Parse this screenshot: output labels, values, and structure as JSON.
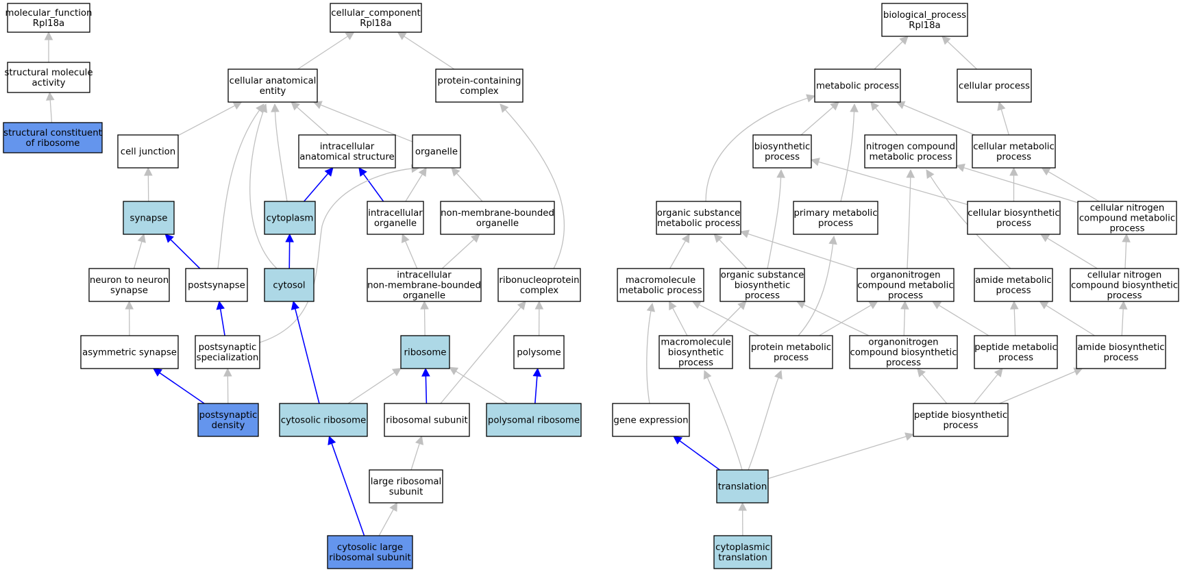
{
  "colors": {
    "plain": "#ffffff",
    "annotated": "#add8e6",
    "direct": "#6495ed",
    "edge_gray": "#c0c0c0",
    "edge_blue": "#0000ff"
  },
  "nodes": {
    "mf_root": {
      "lines": [
        "molecular_function",
        "Rpl18a"
      ],
      "style": "plain"
    },
    "struct_mol_activity": {
      "lines": [
        "structural molecule",
        "activity"
      ],
      "style": "plain"
    },
    "struct_const_ribosome": {
      "lines": [
        "structural constituent",
        "of ribosome"
      ],
      "style": "direct"
    },
    "cc_root": {
      "lines": [
        "cellular_component",
        "Rpl18a"
      ],
      "style": "plain"
    },
    "cell_anat_entity": {
      "lines": [
        "cellular anatomical",
        "entity"
      ],
      "style": "plain"
    },
    "protein_containing_complex": {
      "lines": [
        "protein-containing",
        "complex"
      ],
      "style": "plain"
    },
    "cell_junction": {
      "lines": [
        "cell junction"
      ],
      "style": "plain"
    },
    "intracell_anat_struct": {
      "lines": [
        "intracellular",
        "anatomical structure"
      ],
      "style": "plain"
    },
    "organelle": {
      "lines": [
        "organelle"
      ],
      "style": "plain"
    },
    "synapse": {
      "lines": [
        "synapse"
      ],
      "style": "annotated"
    },
    "cytoplasm": {
      "lines": [
        "cytoplasm"
      ],
      "style": "annotated"
    },
    "intracell_organelle": {
      "lines": [
        "intracellular",
        "organelle"
      ],
      "style": "plain"
    },
    "nonmem_organelle": {
      "lines": [
        "non-membrane-bounded",
        "organelle"
      ],
      "style": "plain"
    },
    "neuron_neuron_synapse": {
      "lines": [
        "neuron to neuron",
        "synapse"
      ],
      "style": "plain"
    },
    "postsynapse": {
      "lines": [
        "postsynapse"
      ],
      "style": "plain"
    },
    "cytosol": {
      "lines": [
        "cytosol"
      ],
      "style": "annotated"
    },
    "intracell_nonmem_organelle": {
      "lines": [
        "intracellular",
        "non-membrane-bounded",
        "organelle"
      ],
      "style": "plain"
    },
    "rnp_complex": {
      "lines": [
        "ribonucleoprotein",
        "complex"
      ],
      "style": "plain"
    },
    "asym_synapse": {
      "lines": [
        "asymmetric synapse"
      ],
      "style": "plain"
    },
    "postsyn_spec": {
      "lines": [
        "postsynaptic",
        "specialization"
      ],
      "style": "plain"
    },
    "ribosome": {
      "lines": [
        "ribosome"
      ],
      "style": "annotated"
    },
    "polysome": {
      "lines": [
        "polysome"
      ],
      "style": "plain"
    },
    "postsyn_density": {
      "lines": [
        "postsynaptic",
        "density"
      ],
      "style": "direct"
    },
    "cytosolic_ribosome": {
      "lines": [
        "cytosolic ribosome"
      ],
      "style": "annotated"
    },
    "ribosomal_subunit": {
      "lines": [
        "ribosomal subunit"
      ],
      "style": "plain"
    },
    "polysomal_ribosome": {
      "lines": [
        "polysomal ribosome"
      ],
      "style": "annotated"
    },
    "large_ribo_subunit": {
      "lines": [
        "large ribosomal",
        "subunit"
      ],
      "style": "plain"
    },
    "cyto_large_ribo_subunit": {
      "lines": [
        "cytosolic large",
        "ribosomal subunit"
      ],
      "style": "direct"
    },
    "bp_root": {
      "lines": [
        "biological_process",
        "Rpl18a"
      ],
      "style": "plain"
    },
    "metabolic_process": {
      "lines": [
        "metabolic process"
      ],
      "style": "plain"
    },
    "cellular_process": {
      "lines": [
        "cellular process"
      ],
      "style": "plain"
    },
    "biosynthetic_process": {
      "lines": [
        "biosynthetic",
        "process"
      ],
      "style": "plain"
    },
    "nitrogen_cmpd_metab": {
      "lines": [
        "nitrogen compound",
        "metabolic process"
      ],
      "style": "plain"
    },
    "cellular_metab": {
      "lines": [
        "cellular metabolic",
        "process"
      ],
      "style": "plain"
    },
    "organic_subst_metab": {
      "lines": [
        "organic substance",
        "metabolic process"
      ],
      "style": "plain"
    },
    "primary_metab": {
      "lines": [
        "primary metabolic",
        "process"
      ],
      "style": "plain"
    },
    "cellular_biosynth": {
      "lines": [
        "cellular biosynthetic",
        "process"
      ],
      "style": "plain"
    },
    "cellular_nitrogen_metab": {
      "lines": [
        "cellular nitrogen",
        "compound metabolic",
        "process"
      ],
      "style": "plain"
    },
    "macromolecule_metab": {
      "lines": [
        "macromolecule",
        "metabolic process"
      ],
      "style": "plain"
    },
    "organic_subst_biosynth": {
      "lines": [
        "organic substance",
        "biosynthetic",
        "process"
      ],
      "style": "plain"
    },
    "organonitrogen_metab": {
      "lines": [
        "organonitrogen",
        "compound metabolic",
        "process"
      ],
      "style": "plain"
    },
    "amide_metab": {
      "lines": [
        "amide metabolic",
        "process"
      ],
      "style": "plain"
    },
    "cellular_nitrogen_biosynth": {
      "lines": [
        "cellular nitrogen",
        "compound biosynthetic",
        "process"
      ],
      "style": "plain"
    },
    "macromolecule_biosynth": {
      "lines": [
        "macromolecule",
        "biosynthetic",
        "process"
      ],
      "style": "plain"
    },
    "protein_metab": {
      "lines": [
        "protein metabolic",
        "process"
      ],
      "style": "plain"
    },
    "organonitrogen_biosynth": {
      "lines": [
        "organonitrogen",
        "compound biosynthetic",
        "process"
      ],
      "style": "plain"
    },
    "peptide_metab": {
      "lines": [
        "peptide metabolic",
        "process"
      ],
      "style": "plain"
    },
    "amide_biosynth": {
      "lines": [
        "amide biosynthetic",
        "process"
      ],
      "style": "plain"
    },
    "gene_expression": {
      "lines": [
        "gene expression"
      ],
      "style": "plain"
    },
    "peptide_biosynth": {
      "lines": [
        "peptide biosynthetic",
        "process"
      ],
      "style": "plain"
    },
    "translation": {
      "lines": [
        "translation"
      ],
      "style": "annotated"
    },
    "cytoplasmic_translation": {
      "lines": [
        "cytoplasmic",
        "translation"
      ],
      "style": "annotated"
    }
  },
  "edges": [
    {
      "from": "struct_mol_activity",
      "to": "mf_root",
      "color": "gray"
    },
    {
      "from": "struct_const_ribosome",
      "to": "struct_mol_activity",
      "color": "gray"
    },
    {
      "from": "cell_anat_entity",
      "to": "cc_root",
      "color": "gray"
    },
    {
      "from": "protein_containing_complex",
      "to": "cc_root",
      "color": "gray"
    },
    {
      "from": "cell_junction",
      "to": "cell_anat_entity",
      "color": "gray"
    },
    {
      "from": "intracell_anat_struct",
      "to": "cell_anat_entity",
      "color": "gray"
    },
    {
      "from": "organelle",
      "to": "cell_anat_entity",
      "color": "gray"
    },
    {
      "from": "cytoplasm",
      "to": "cell_anat_entity",
      "color": "gray"
    },
    {
      "from": "postsynapse",
      "to": "cell_anat_entity",
      "color": "gray"
    },
    {
      "from": "cytosol",
      "to": "cell_anat_entity",
      "color": "gray"
    },
    {
      "from": "synapse",
      "to": "cell_junction",
      "color": "gray"
    },
    {
      "from": "cytoplasm",
      "to": "intracell_anat_struct",
      "color": "blue"
    },
    {
      "from": "intracell_organelle",
      "to": "intracell_anat_struct",
      "color": "blue"
    },
    {
      "from": "intracell_organelle",
      "to": "organelle",
      "color": "gray"
    },
    {
      "from": "nonmem_organelle",
      "to": "organelle",
      "color": "gray"
    },
    {
      "from": "postsyn_spec",
      "to": "organelle",
      "color": "gray"
    },
    {
      "from": "neuron_neuron_synapse",
      "to": "synapse",
      "color": "gray"
    },
    {
      "from": "postsynapse",
      "to": "synapse",
      "color": "blue"
    },
    {
      "from": "cytosol",
      "to": "cytoplasm",
      "color": "blue"
    },
    {
      "from": "intracell_nonmem_organelle",
      "to": "intracell_organelle",
      "color": "gray"
    },
    {
      "from": "intracell_nonmem_organelle",
      "to": "nonmem_organelle",
      "color": "gray"
    },
    {
      "from": "rnp_complex",
      "to": "protein_containing_complex",
      "color": "gray"
    },
    {
      "from": "asym_synapse",
      "to": "neuron_neuron_synapse",
      "color": "gray"
    },
    {
      "from": "postsyn_spec",
      "to": "postsynapse",
      "color": "blue"
    },
    {
      "from": "ribosome",
      "to": "intracell_nonmem_organelle",
      "color": "gray"
    },
    {
      "from": "polysome",
      "to": "rnp_complex",
      "color": "gray"
    },
    {
      "from": "ribosomal_subunit",
      "to": "rnp_complex",
      "color": "gray"
    },
    {
      "from": "postsyn_density",
      "to": "asym_synapse",
      "color": "blue"
    },
    {
      "from": "postsyn_density",
      "to": "postsyn_spec",
      "color": "gray"
    },
    {
      "from": "cytosolic_ribosome",
      "to": "cytosol",
      "color": "blue"
    },
    {
      "from": "cytosolic_ribosome",
      "to": "ribosome",
      "color": "gray"
    },
    {
      "from": "ribosomal_subunit",
      "to": "ribosome",
      "color": "blue"
    },
    {
      "from": "polysomal_ribosome",
      "to": "ribosome",
      "color": "gray"
    },
    {
      "from": "polysomal_ribosome",
      "to": "polysome",
      "color": "blue"
    },
    {
      "from": "large_ribo_subunit",
      "to": "ribosomal_subunit",
      "color": "gray"
    },
    {
      "from": "cyto_large_ribo_subunit",
      "to": "cytosolic_ribosome",
      "color": "blue"
    },
    {
      "from": "cyto_large_ribo_subunit",
      "to": "large_ribo_subunit",
      "color": "gray"
    },
    {
      "from": "metabolic_process",
      "to": "bp_root",
      "color": "gray"
    },
    {
      "from": "cellular_process",
      "to": "bp_root",
      "color": "gray"
    },
    {
      "from": "biosynthetic_process",
      "to": "metabolic_process",
      "color": "gray"
    },
    {
      "from": "nitrogen_cmpd_metab",
      "to": "metabolic_process",
      "color": "gray"
    },
    {
      "from": "cellular_metab",
      "to": "metabolic_process",
      "color": "gray"
    },
    {
      "from": "organic_subst_metab",
      "to": "metabolic_process",
      "color": "gray"
    },
    {
      "from": "primary_metab",
      "to": "metabolic_process",
      "color": "gray"
    },
    {
      "from": "cellular_metab",
      "to": "cellular_process",
      "color": "gray"
    },
    {
      "from": "cellular_biosynth",
      "to": "biosynthetic_process",
      "color": "gray"
    },
    {
      "from": "organic_subst_biosynth",
      "to": "biosynthetic_process",
      "color": "gray"
    },
    {
      "from": "cellular_biosynth",
      "to": "cellular_metab",
      "color": "gray"
    },
    {
      "from": "cellular_nitrogen_metab",
      "to": "cellular_metab",
      "color": "gray"
    },
    {
      "from": "cellular_nitrogen_metab",
      "to": "nitrogen_cmpd_metab",
      "color": "gray"
    },
    {
      "from": "organonitrogen_metab",
      "to": "nitrogen_cmpd_metab",
      "color": "gray"
    },
    {
      "from": "amide_metab",
      "to": "nitrogen_cmpd_metab",
      "color": "gray"
    },
    {
      "from": "macromolecule_metab",
      "to": "organic_subst_metab",
      "color": "gray"
    },
    {
      "from": "organic_subst_biosynth",
      "to": "organic_subst_metab",
      "color": "gray"
    },
    {
      "from": "organonitrogen_metab",
      "to": "organic_subst_metab",
      "color": "gray"
    },
    {
      "from": "protein_metab",
      "to": "primary_metab",
      "color": "gray"
    },
    {
      "from": "cellular_nitrogen_biosynth",
      "to": "cellular_biosynth",
      "color": "gray"
    },
    {
      "from": "cellular_nitrogen_biosynth",
      "to": "cellular_nitrogen_metab",
      "color": "gray"
    },
    {
      "from": "macromolecule_biosynth",
      "to": "macromolecule_metab",
      "color": "gray"
    },
    {
      "from": "protein_metab",
      "to": "macromolecule_metab",
      "color": "gray"
    },
    {
      "from": "gene_expression",
      "to": "macromolecule_metab",
      "color": "gray"
    },
    {
      "from": "macromolecule_biosynth",
      "to": "organic_subst_biosynth",
      "color": "gray"
    },
    {
      "from": "organonitrogen_biosynth",
      "to": "organic_subst_biosynth",
      "color": "gray"
    },
    {
      "from": "protein_metab",
      "to": "organonitrogen_metab",
      "color": "gray"
    },
    {
      "from": "organonitrogen_biosynth",
      "to": "organonitrogen_metab",
      "color": "gray"
    },
    {
      "from": "peptide_metab",
      "to": "organonitrogen_metab",
      "color": "gray"
    },
    {
      "from": "peptide_metab",
      "to": "amide_metab",
      "color": "gray"
    },
    {
      "from": "amide_biosynth",
      "to": "amide_metab",
      "color": "gray"
    },
    {
      "from": "amide_biosynth",
      "to": "cellular_nitrogen_biosynth",
      "color": "gray"
    },
    {
      "from": "peptide_biosynth",
      "to": "organonitrogen_biosynth",
      "color": "gray"
    },
    {
      "from": "peptide_biosynth",
      "to": "peptide_metab",
      "color": "gray"
    },
    {
      "from": "peptide_biosynth",
      "to": "amide_biosynth",
      "color": "gray"
    },
    {
      "from": "translation",
      "to": "macromolecule_biosynth",
      "color": "gray"
    },
    {
      "from": "translation",
      "to": "protein_metab",
      "color": "gray"
    },
    {
      "from": "translation",
      "to": "gene_expression",
      "color": "blue"
    },
    {
      "from": "translation",
      "to": "peptide_biosynth",
      "color": "gray"
    },
    {
      "from": "cytoplasmic_translation",
      "to": "translation",
      "color": "gray"
    }
  ]
}
